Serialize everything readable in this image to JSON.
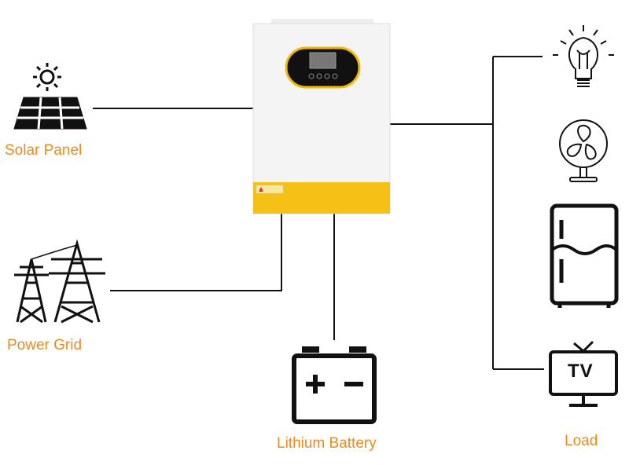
{
  "labels": {
    "solar": "Solar Panel",
    "grid": "Power Grid",
    "battery": "Lithium Battery",
    "load": "Load",
    "tv": "TV"
  },
  "colors": {
    "label": "#f0891d",
    "inverter_accent": "#f5c116",
    "line": "#111111"
  }
}
